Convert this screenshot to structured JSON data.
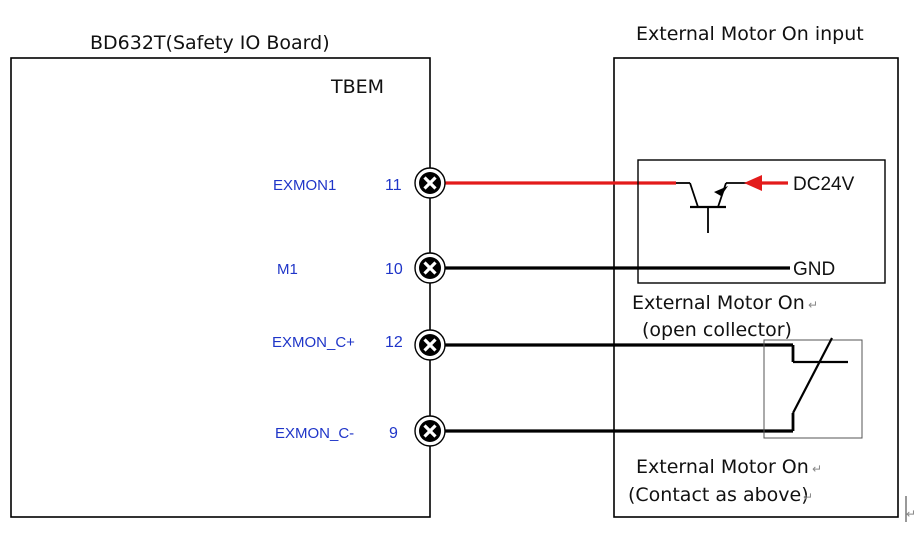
{
  "left_board": {
    "title": "BD632T(Safety IO Board)",
    "connector": "TBEM",
    "terminals": [
      {
        "signal": "EXMON1",
        "pin": "11"
      },
      {
        "signal": "M1",
        "pin": "10"
      },
      {
        "signal": "EXMON_C+",
        "pin": "12"
      },
      {
        "signal": "EXMON_C-",
        "pin": "9"
      }
    ]
  },
  "right_board": {
    "title": "External Motor On input",
    "supply_label": "DC24V",
    "ground_label": "GND",
    "open_collector": {
      "line1": "External Motor On",
      "line2": "(open collector)"
    },
    "contact": {
      "line1": "External Motor On",
      "line2": "(Contact as above)"
    }
  },
  "colors": {
    "signal_wire": "#e31b1b",
    "ground_wire": "#000000",
    "terminal_label": "#1f35c8"
  }
}
